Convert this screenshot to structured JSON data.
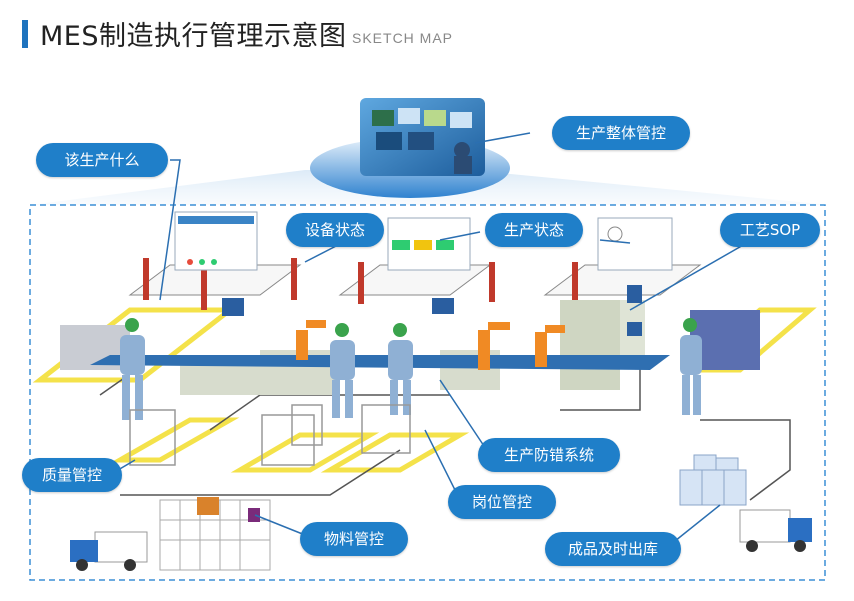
{
  "header": {
    "title": "MES制造执行管理示意图",
    "subtitle": "SKETCH MAP"
  },
  "labels": {
    "overall_control": "生产整体管控",
    "this_production": "该生产什么",
    "equipment_status": "设备状态",
    "production_status": "生产状态",
    "process_sop": "工艺SOP",
    "error_proofing": "生产防错系统",
    "quality_control": "质量管控",
    "post_control": "岗位管控",
    "material_control": "物料管控",
    "warehousing": "成品及时出库"
  },
  "colors": {
    "accent_blue": "#1f7fc9",
    "floor_yellow": "#f4e24a",
    "dashed_border": "#3b8fd6"
  }
}
